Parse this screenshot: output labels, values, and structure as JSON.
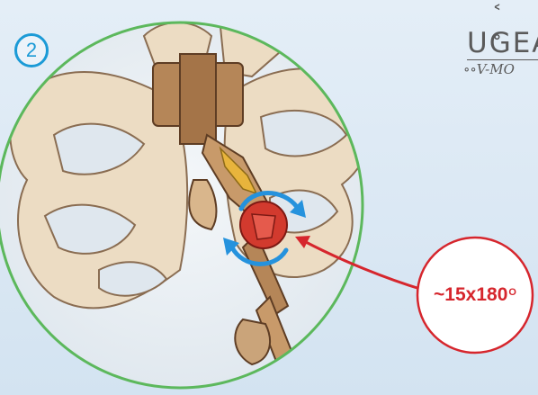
{
  "step": {
    "number": "2"
  },
  "brand": {
    "dots": "˂ ∘",
    "name": "UGEA",
    "tagline": "∘∘V-MO"
  },
  "callout": {
    "text": "~15x180",
    "superscript": "O"
  },
  "colors": {
    "accent_blue": "#1b9ad6",
    "callout_red": "#d6262d",
    "frame_green": "#5cb85c",
    "wood": "#e8d6bd"
  },
  "icons": [
    "rotate-arrows-icon",
    "pointer-arrow-icon"
  ]
}
